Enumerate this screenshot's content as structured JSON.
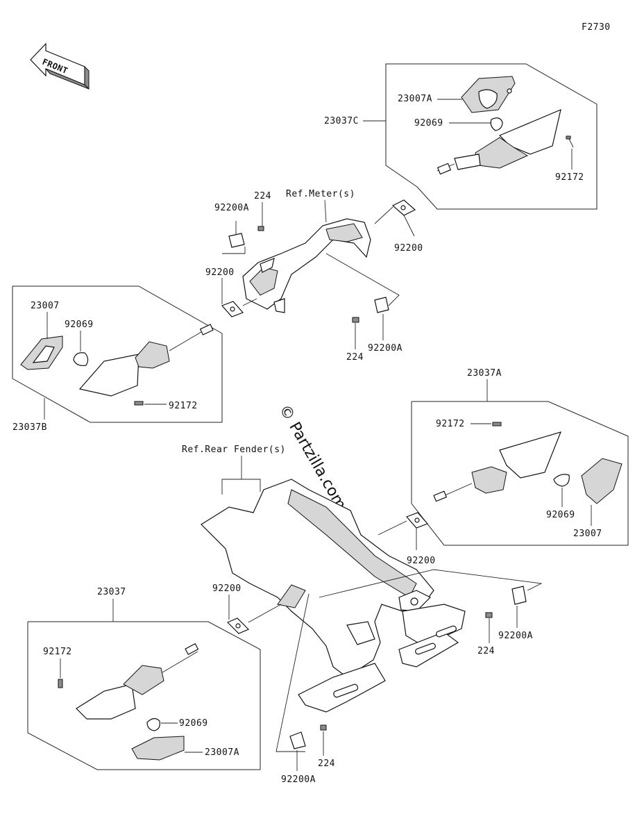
{
  "diagram": {
    "figure_code": "F2730",
    "front_badge": "FRONT",
    "watermark": "© Partzilla.com",
    "refs": {
      "meter": "Ref.Meter(s)",
      "rear_fender": "Ref.Rear Fender(s)"
    },
    "labels": {
      "a_23007A": "23007A",
      "a_23037C": "23037C",
      "a_92069": "92069",
      "a_92172": "92172",
      "a_92200": "92200",
      "b_224": "224",
      "b_92200A": "92200A",
      "b_92200": "92200",
      "c_224": "224",
      "c_92200A": "92200A",
      "d_23007": "23007",
      "d_92069": "92069",
      "d_92172": "92172",
      "d_23037B": "23037B",
      "e_23037A": "23037A",
      "e_92172": "92172",
      "e_92069": "92069",
      "e_23007": "23007",
      "e_92200": "92200",
      "f_224": "224",
      "f_92200A": "92200A",
      "g_23037": "23037",
      "g_92200": "92200",
      "g_92172": "92172",
      "g_92069": "92069",
      "g_23007A": "23007A",
      "h_224": "224",
      "h_92200A": "92200A"
    }
  }
}
